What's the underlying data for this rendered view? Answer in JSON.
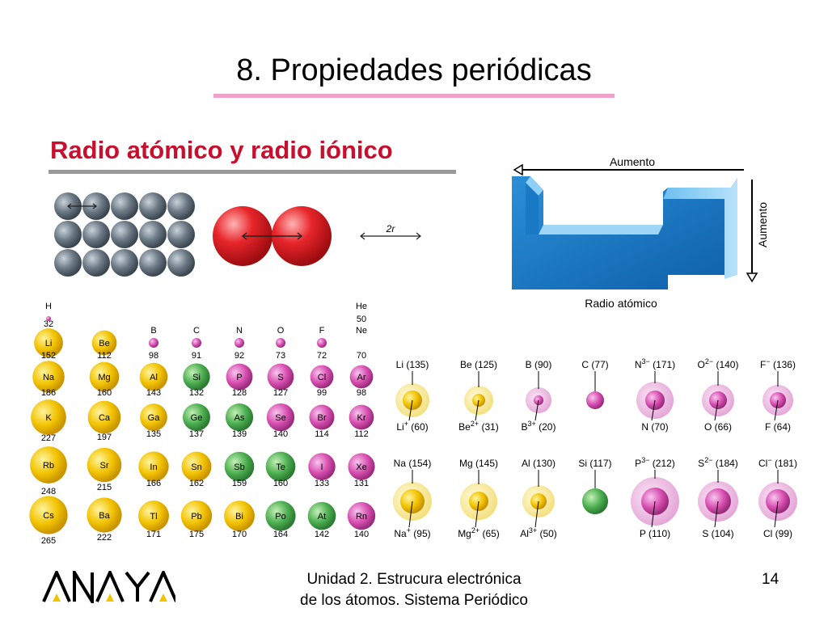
{
  "slide": {
    "title": "8. Propiedades periódicas",
    "subtitle": "Radio atómico y radio iónico",
    "two_r_label": "2r",
    "page_number": "14",
    "footer_line1": "Unidad 2. Estrucura electrónica",
    "footer_line2": "de los átomos. Sistema Periódico",
    "logo_text": "ANAYA"
  },
  "trend_diagram": {
    "top_label": "Aumento",
    "side_label": "Aumento",
    "bottom_label": "Radio atómico"
  },
  "colors": {
    "accent_pink": "#f1a0c8",
    "title_red": "#c8102e",
    "group1_2_yellow": "#f2c300",
    "pblock_green": "#4caf50",
    "pblock_magenta": "#d94fb1",
    "cation_pale": "#f5e27a",
    "anion_pale": "#e8a8dc"
  },
  "atomic_radii": [
    {
      "symbol": "H",
      "radius": "32"
    },
    {
      "symbol": "He",
      "radius": "50"
    },
    {
      "symbol": "Li",
      "radius": "152"
    },
    {
      "symbol": "Be",
      "radius": "112"
    },
    {
      "symbol": "B",
      "radius": "98"
    },
    {
      "symbol": "C",
      "radius": "91"
    },
    {
      "symbol": "N",
      "radius": "92"
    },
    {
      "symbol": "O",
      "radius": "73"
    },
    {
      "symbol": "F",
      "radius": "72"
    },
    {
      "symbol": "Ne",
      "radius": "70"
    },
    {
      "symbol": "Na",
      "radius": "186"
    },
    {
      "symbol": "Mg",
      "radius": "160"
    },
    {
      "symbol": "Al",
      "radius": "143"
    },
    {
      "symbol": "Si",
      "radius": "132"
    },
    {
      "symbol": "P",
      "radius": "128"
    },
    {
      "symbol": "S",
      "radius": "127"
    },
    {
      "symbol": "Cl",
      "radius": "99"
    },
    {
      "symbol": "Ar",
      "radius": "98"
    },
    {
      "symbol": "K",
      "radius": "227"
    },
    {
      "symbol": "Ca",
      "radius": "197"
    },
    {
      "symbol": "Ga",
      "radius": "135"
    },
    {
      "symbol": "Ge",
      "radius": "137"
    },
    {
      "symbol": "As",
      "radius": "139"
    },
    {
      "symbol": "Se",
      "radius": "140"
    },
    {
      "symbol": "Br",
      "radius": "114"
    },
    {
      "symbol": "Kr",
      "radius": "112"
    },
    {
      "symbol": "Rb",
      "radius": "248"
    },
    {
      "symbol": "Sr",
      "radius": "215"
    },
    {
      "symbol": "In",
      "radius": "166"
    },
    {
      "symbol": "Sn",
      "radius": "162"
    },
    {
      "symbol": "Sb",
      "radius": "159"
    },
    {
      "symbol": "Te",
      "radius": "160"
    },
    {
      "symbol": "I",
      "radius": "133"
    },
    {
      "symbol": "Xe",
      "radius": "131"
    },
    {
      "symbol": "Cs",
      "radius": "265"
    },
    {
      "symbol": "Ba",
      "radius": "222"
    },
    {
      "symbol": "Tl",
      "radius": "171"
    },
    {
      "symbol": "Pb",
      "radius": "175"
    },
    {
      "symbol": "Bi",
      "radius": "170"
    },
    {
      "symbol": "Po",
      "radius": "164"
    },
    {
      "symbol": "At",
      "radius": "142"
    },
    {
      "symbol": "Rn",
      "radius": "140"
    }
  ],
  "ionic_radii": [
    {
      "atom": "Li (135)",
      "ion_base": "Li",
      "ion_charge": "+",
      "ion_value": "(60)"
    },
    {
      "atom": "Be (125)",
      "ion_base": "Be",
      "ion_charge": "2+",
      "ion_value": "(31)"
    },
    {
      "atom": "B (90)",
      "ion_base": "B",
      "ion_charge": "3+",
      "ion_value": "(20)"
    },
    {
      "atom": "C (77)",
      "ion_base": "",
      "ion_charge": "",
      "ion_value": ""
    },
    {
      "atom_base": "N",
      "atom_charge": "3−",
      "atom_value": "(171)",
      "ion": "N (70)"
    },
    {
      "atom_base": "O",
      "atom_charge": "2−",
      "atom_value": "(140)",
      "ion": "O (66)"
    },
    {
      "atom_base": "F",
      "atom_charge": "−",
      "atom_value": "(136)",
      "ion": "F (64)"
    },
    {
      "atom": "Na (154)",
      "ion_base": "Na",
      "ion_charge": "+",
      "ion_value": "(95)"
    },
    {
      "atom": "Mg (145)",
      "ion_base": "Mg",
      "ion_charge": "2+",
      "ion_value": "(65)"
    },
    {
      "atom": "Al (130)",
      "ion_base": "Al",
      "ion_charge": "3+",
      "ion_value": "(50)"
    },
    {
      "atom": "Si (117)",
      "ion_base": "",
      "ion_charge": "",
      "ion_value": ""
    },
    {
      "atom_base": "P",
      "atom_charge": "3−",
      "atom_value": "(212)",
      "ion": "P (110)"
    },
    {
      "atom_base": "S",
      "atom_charge": "2−",
      "atom_value": "(184)",
      "ion": "S (104)"
    },
    {
      "atom_base": "Cl",
      "atom_charge": "−",
      "atom_value": "(181)",
      "ion": "Cl (99)"
    }
  ]
}
